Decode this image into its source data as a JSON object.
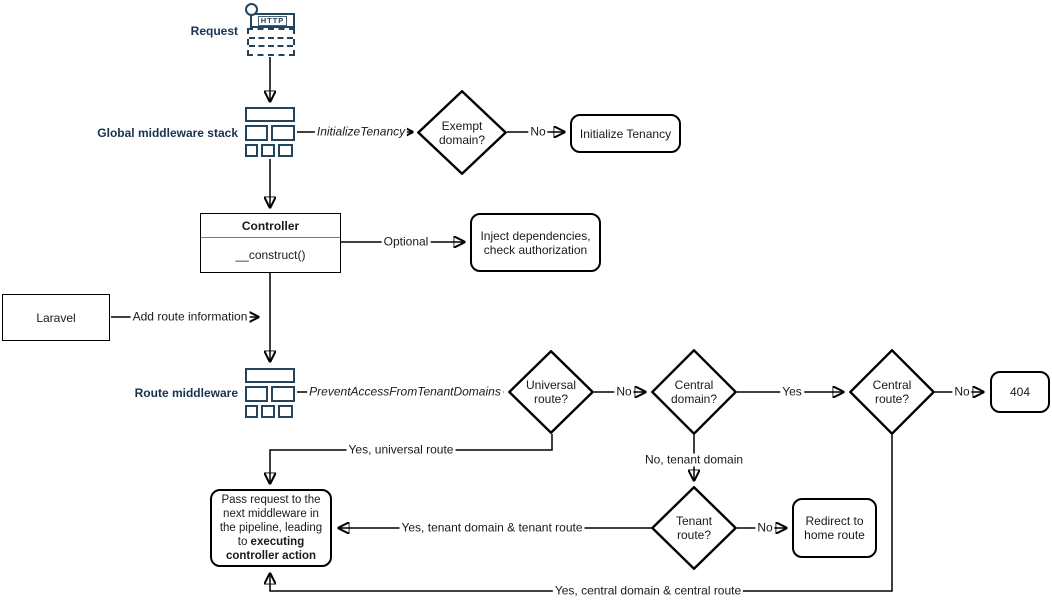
{
  "colors": {
    "icon_stroke": "#23445D",
    "side_label_text": "#1A3150",
    "edge_stroke": "#000000",
    "shape_fill": "#ffffff"
  },
  "nodes": {
    "request_label": "Request",
    "http_label": "HTTP",
    "global_middleware_label": "Global middleware stack",
    "route_middleware_label": "Route middleware",
    "exempt_domain": "Exempt domain?",
    "initialize_tenancy": "Initialize Tenancy",
    "controller_title": "Controller",
    "controller_method": "__construct()",
    "inject_dependencies": "Inject dependencies, check authorization",
    "laravel": "Laravel",
    "universal_route": "Universal route?",
    "central_domain": "Central domain?",
    "central_route": "Central route?",
    "not_found": "404",
    "tenant_route": "Tenant route?",
    "redirect_home": "Redirect to home route",
    "pass_request_pre": "Pass request to the next middleware in the pipeline, leading to ",
    "pass_request_bold": "executing controller action"
  },
  "edges": {
    "initialize_tenancy_middleware": "InitializeTenancy",
    "exempt_no": "No",
    "optional": "Optional",
    "add_route_info": "Add route information",
    "prevent_access": "PreventAccessFromTenantDomains",
    "universal_no": "No",
    "central_domain_yes": "Yes",
    "central_route_no": "No",
    "yes_universal_route": "Yes, universal route",
    "no_tenant_domain": "No, tenant domain",
    "tenant_route_no": "No",
    "yes_tenant_domain_route": "Yes, tenant domain & tenant route",
    "yes_central_domain_route": "Yes, central domain & central route"
  }
}
